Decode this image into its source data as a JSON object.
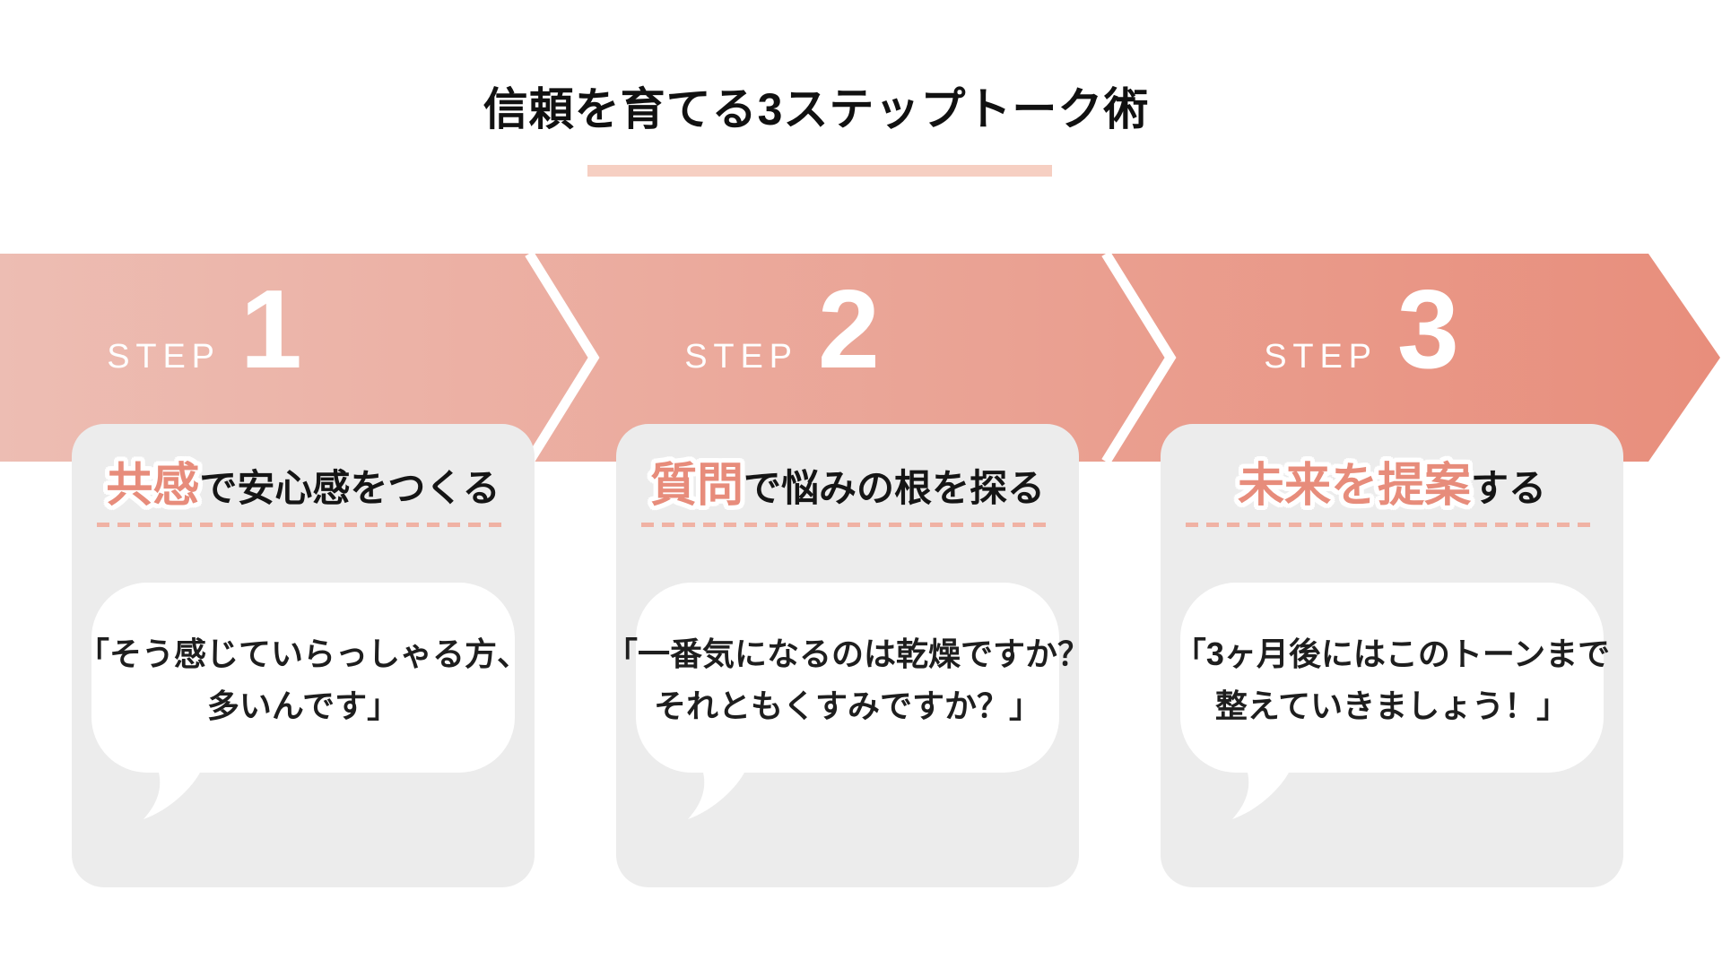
{
  "title": {
    "text": "信頼を育てる3ステップトーク術"
  },
  "banner": {
    "gradient_left": "#edbdb3",
    "gradient_right": "#e88e7c",
    "divider_color": "#ffffff"
  },
  "steps": [
    {
      "label": "STEP",
      "number": "1",
      "heading_accent": "共感",
      "heading_rest": "で安心感をつくる",
      "bubble_line1": "「そう感じていらっしゃる方、",
      "bubble_line2": "多いんです」"
    },
    {
      "label": "STEP",
      "number": "2",
      "heading_accent": "質問",
      "heading_rest": "で悩みの根を探る",
      "bubble_line1": "「一番気になるのは乾燥ですか？",
      "bubble_line2": "それともくすみですか？」"
    },
    {
      "label": "STEP",
      "number": "3",
      "heading_accent": "未来を提案",
      "heading_rest": "する",
      "bubble_line1": "「3ヶ月後にはこのトーンまで",
      "bubble_line2": "整えていきましょう！」"
    }
  ],
  "colors": {
    "title_underline": "#f6cfc2",
    "card_background": "#ececec",
    "accent_text": "#e78c7b",
    "dashed_line": "#f0b2a4",
    "bubble_background": "#ffffff"
  }
}
